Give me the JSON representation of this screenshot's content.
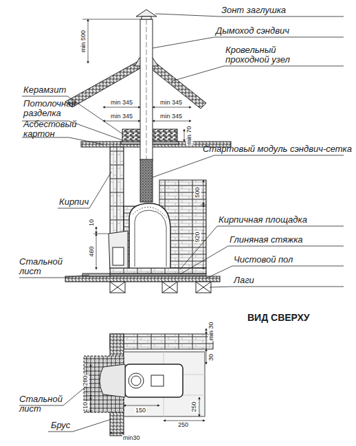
{
  "diagram": {
    "labels": [
      "Зонт заглушка",
      "Дымоход сэндвич",
      "Кровельный проходной узел",
      "Керамзит",
      "Потолочная разделка",
      "Асбестовый картон",
      "Стартовый модуль сэндвич-сетка",
      "Кирпич",
      "Кирпичная площадка",
      "Глиняная стяжка",
      "Чистовой пол",
      "Стальной лист",
      "Лаги",
      "min 500",
      "min 345",
      "min 345",
      "min 345",
      "min 345",
      "min 70",
      "500",
      "920",
      "10",
      "460",
      "ВИД СВЕРХУ",
      "min 30",
      "30",
      "280",
      "10",
      "150",
      "250",
      "250",
      "min30",
      "Стальной лист",
      "Брус"
    ]
  }
}
